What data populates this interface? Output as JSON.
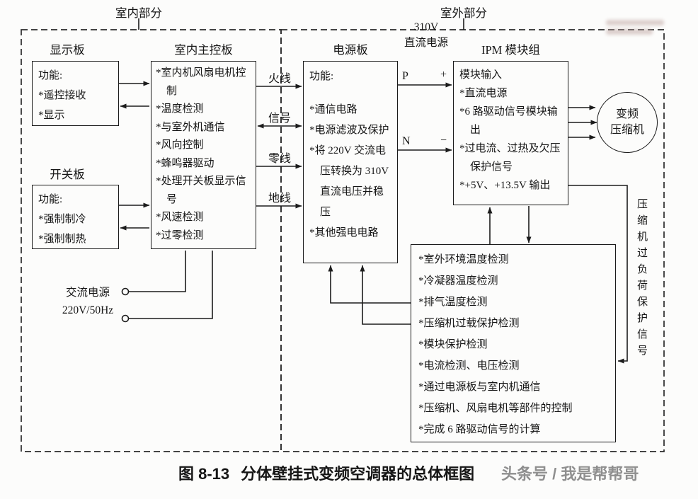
{
  "sections": {
    "indoor": "室内部分",
    "outdoor": "室外部分"
  },
  "display_board": {
    "title": "显示板",
    "lines": [
      "功能:",
      "*遥控接收",
      "*显示"
    ]
  },
  "switch_board": {
    "title": "开关板",
    "lines": [
      "功能:",
      "*强制制冷",
      "*强制制热"
    ]
  },
  "main_board": {
    "title": "室内主控板",
    "lines": [
      "*室内机风扇电机控制",
      "*温度检测",
      "*与室外机通信",
      "*风向控制",
      "*蜂鸣器驱动",
      "*处理开关板显示信号",
      "*风速检测",
      "*过零检测"
    ]
  },
  "ac_power": {
    "line1": "交流电源",
    "line2": "220V/50Hz"
  },
  "wires": [
    "火线",
    "信号",
    "零线",
    "地线"
  ],
  "power_board": {
    "title": "电源板",
    "lines": [
      "功能:",
      "*通信电路",
      "*电源滤波及保护",
      "*将 220V 交流电压转换为 310V 直流电压并稳压",
      "*其他强电电路"
    ]
  },
  "dc_supply": {
    "line1": "310V",
    "line2": "直流电源",
    "p": "P",
    "plus": "+",
    "n": "N",
    "minus": "−"
  },
  "ipm": {
    "title": "IPM 模块组",
    "lines": [
      "模块输入",
      "*直流电源",
      "*6 路驱动信号模块输出",
      "*过电流、过热及欠压保护信号",
      "*+5V、+13.5V 输出"
    ]
  },
  "compressor": {
    "line1": "变频",
    "line2": "压缩机"
  },
  "outdoor_control": {
    "lines": [
      "*室外环境温度检测",
      "*冷凝器温度检测",
      "*排气温度检测",
      "*压缩机过载保护检测",
      "*模块保护检测",
      "*电流检测、电压检测",
      "*通过电源板与室内机通信",
      "*压缩机、风扇电机等部件的控制",
      "*完成 6 路驱动信号的计算"
    ]
  },
  "overload_signal": "压缩机过负荷保护信号",
  "caption": {
    "figure_no": "图 8-13",
    "title": "分体壁挂式变频空调器的总体框图",
    "byline": "头条号 / 我是帮帮哥"
  }
}
